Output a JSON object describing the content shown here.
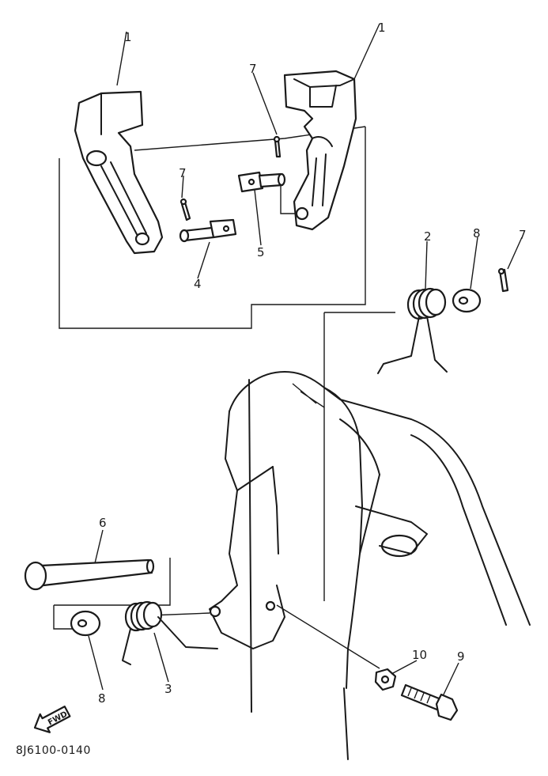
{
  "callouts": {
    "footrest_left": "1",
    "footrest_right": "1",
    "pin_upper_left": "7",
    "pin_upper_right": "7",
    "pin_right": "7",
    "spring_right": "2",
    "washer_right": "8",
    "shaft_left": "4",
    "shaft_right": "5",
    "bolt_long": "6",
    "washer_left": "8",
    "spring_left": "3",
    "bolt": "9",
    "nut": "10"
  },
  "fwd_label": "FWD",
  "drawing_code": "8J6100-0140"
}
